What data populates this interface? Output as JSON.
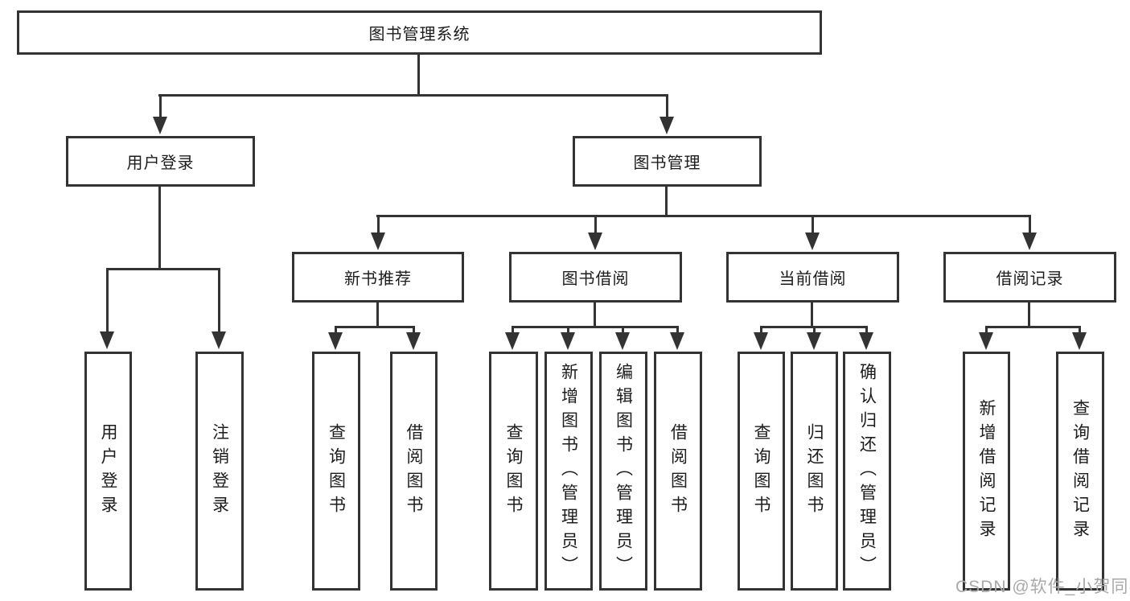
{
  "diagram": {
    "root": {
      "label": "图书管理系统"
    },
    "level2": [
      {
        "label": "用户登录"
      },
      {
        "label": "图书管理"
      }
    ],
    "level3": [
      {
        "label": "新书推荐"
      },
      {
        "label": "图书借阅"
      },
      {
        "label": "当前借阅"
      },
      {
        "label": "借阅记录"
      }
    ],
    "leaves": {
      "login": [
        "用户登录",
        "注销登录"
      ],
      "new_book": [
        "查询图书",
        "借阅图书"
      ],
      "book_borrow": [
        "查询图书",
        "新增图书（管理员）",
        "编辑图书（管理员）",
        "借阅图书"
      ],
      "current_borrow": [
        "查询图书",
        "归还图书",
        "确认归还（管理员）"
      ],
      "borrow_records": [
        "新增借阅记录",
        "查询借阅记录"
      ]
    }
  },
  "watermark": {
    "text": "CSDN @软件_小贺同学"
  },
  "colors": {
    "line": "#333333",
    "text": "#1c1c1c",
    "watermark": "#a9a9a9",
    "background": "#ffffff"
  }
}
